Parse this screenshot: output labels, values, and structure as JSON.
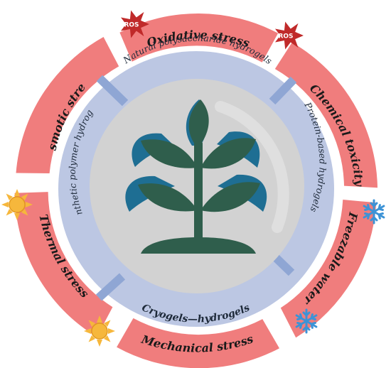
{
  "outer_ring": {
    "oxidative": "Oxidative stress",
    "chemical": "Chemical toxicity",
    "freezable": "Freezable water",
    "mechanical": "Mechanical stress",
    "thermal": "Thermal stress",
    "osmotic": "Osmotic stress"
  },
  "inner_ring": {
    "natural": "Natural polysaccharide hydrogels",
    "protein": "Protein-based hydrogels",
    "cryogels": "Cryogels—hydrogels",
    "synthetic": "Synthetic polymer hydrogels"
  },
  "badges": {
    "ros_left": "ROS",
    "ros_right": "ROS"
  },
  "colors": {
    "outer_segment": "#f07d7d",
    "inner_ring": "#bcc7e3",
    "center_disc": "#d2d2d2",
    "plant_dark": "#2f5e4c",
    "plant_blue": "#1e6e93",
    "ros_star": "#c02a2a",
    "sun": "#f6b73c",
    "snowflake": "#3d93d6"
  }
}
